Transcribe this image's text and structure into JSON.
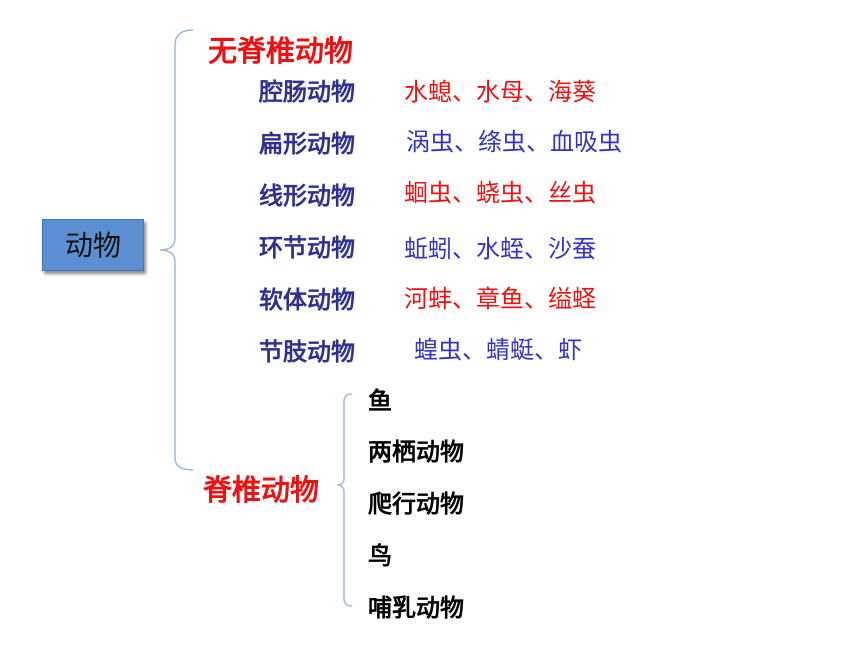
{
  "root": {
    "label": "动物"
  },
  "colors": {
    "title_red": "#ee1111",
    "phylum_navy": "#2e3192",
    "example_red": "#ee1111",
    "example_blue": "#3333cc",
    "bracket": "#9dbbe0",
    "box_fill": "#5b8fd1"
  },
  "invertebrates": {
    "title": "无脊椎动物",
    "groups": [
      {
        "name": "腔肠动物",
        "examples": "水螅、水母、海葵"
      },
      {
        "name": "扁形动物",
        "examples": "涡虫、绦虫、血吸虫"
      },
      {
        "name": "线形动物",
        "examples": "蛔虫、蛲虫、丝虫"
      },
      {
        "name": "环节动物",
        "examples": "蚯蚓、水蛭、沙蚕"
      },
      {
        "name": "软体动物",
        "examples": "河蚌、章鱼、缢蛏"
      },
      {
        "name": "节肢动物",
        "examples": "蝗虫、蜻蜓、虾"
      }
    ]
  },
  "vertebrates": {
    "title": "脊椎动物",
    "classes": [
      "鱼",
      "两栖动物",
      "爬行动物",
      "鸟",
      "哺乳动物"
    ]
  }
}
